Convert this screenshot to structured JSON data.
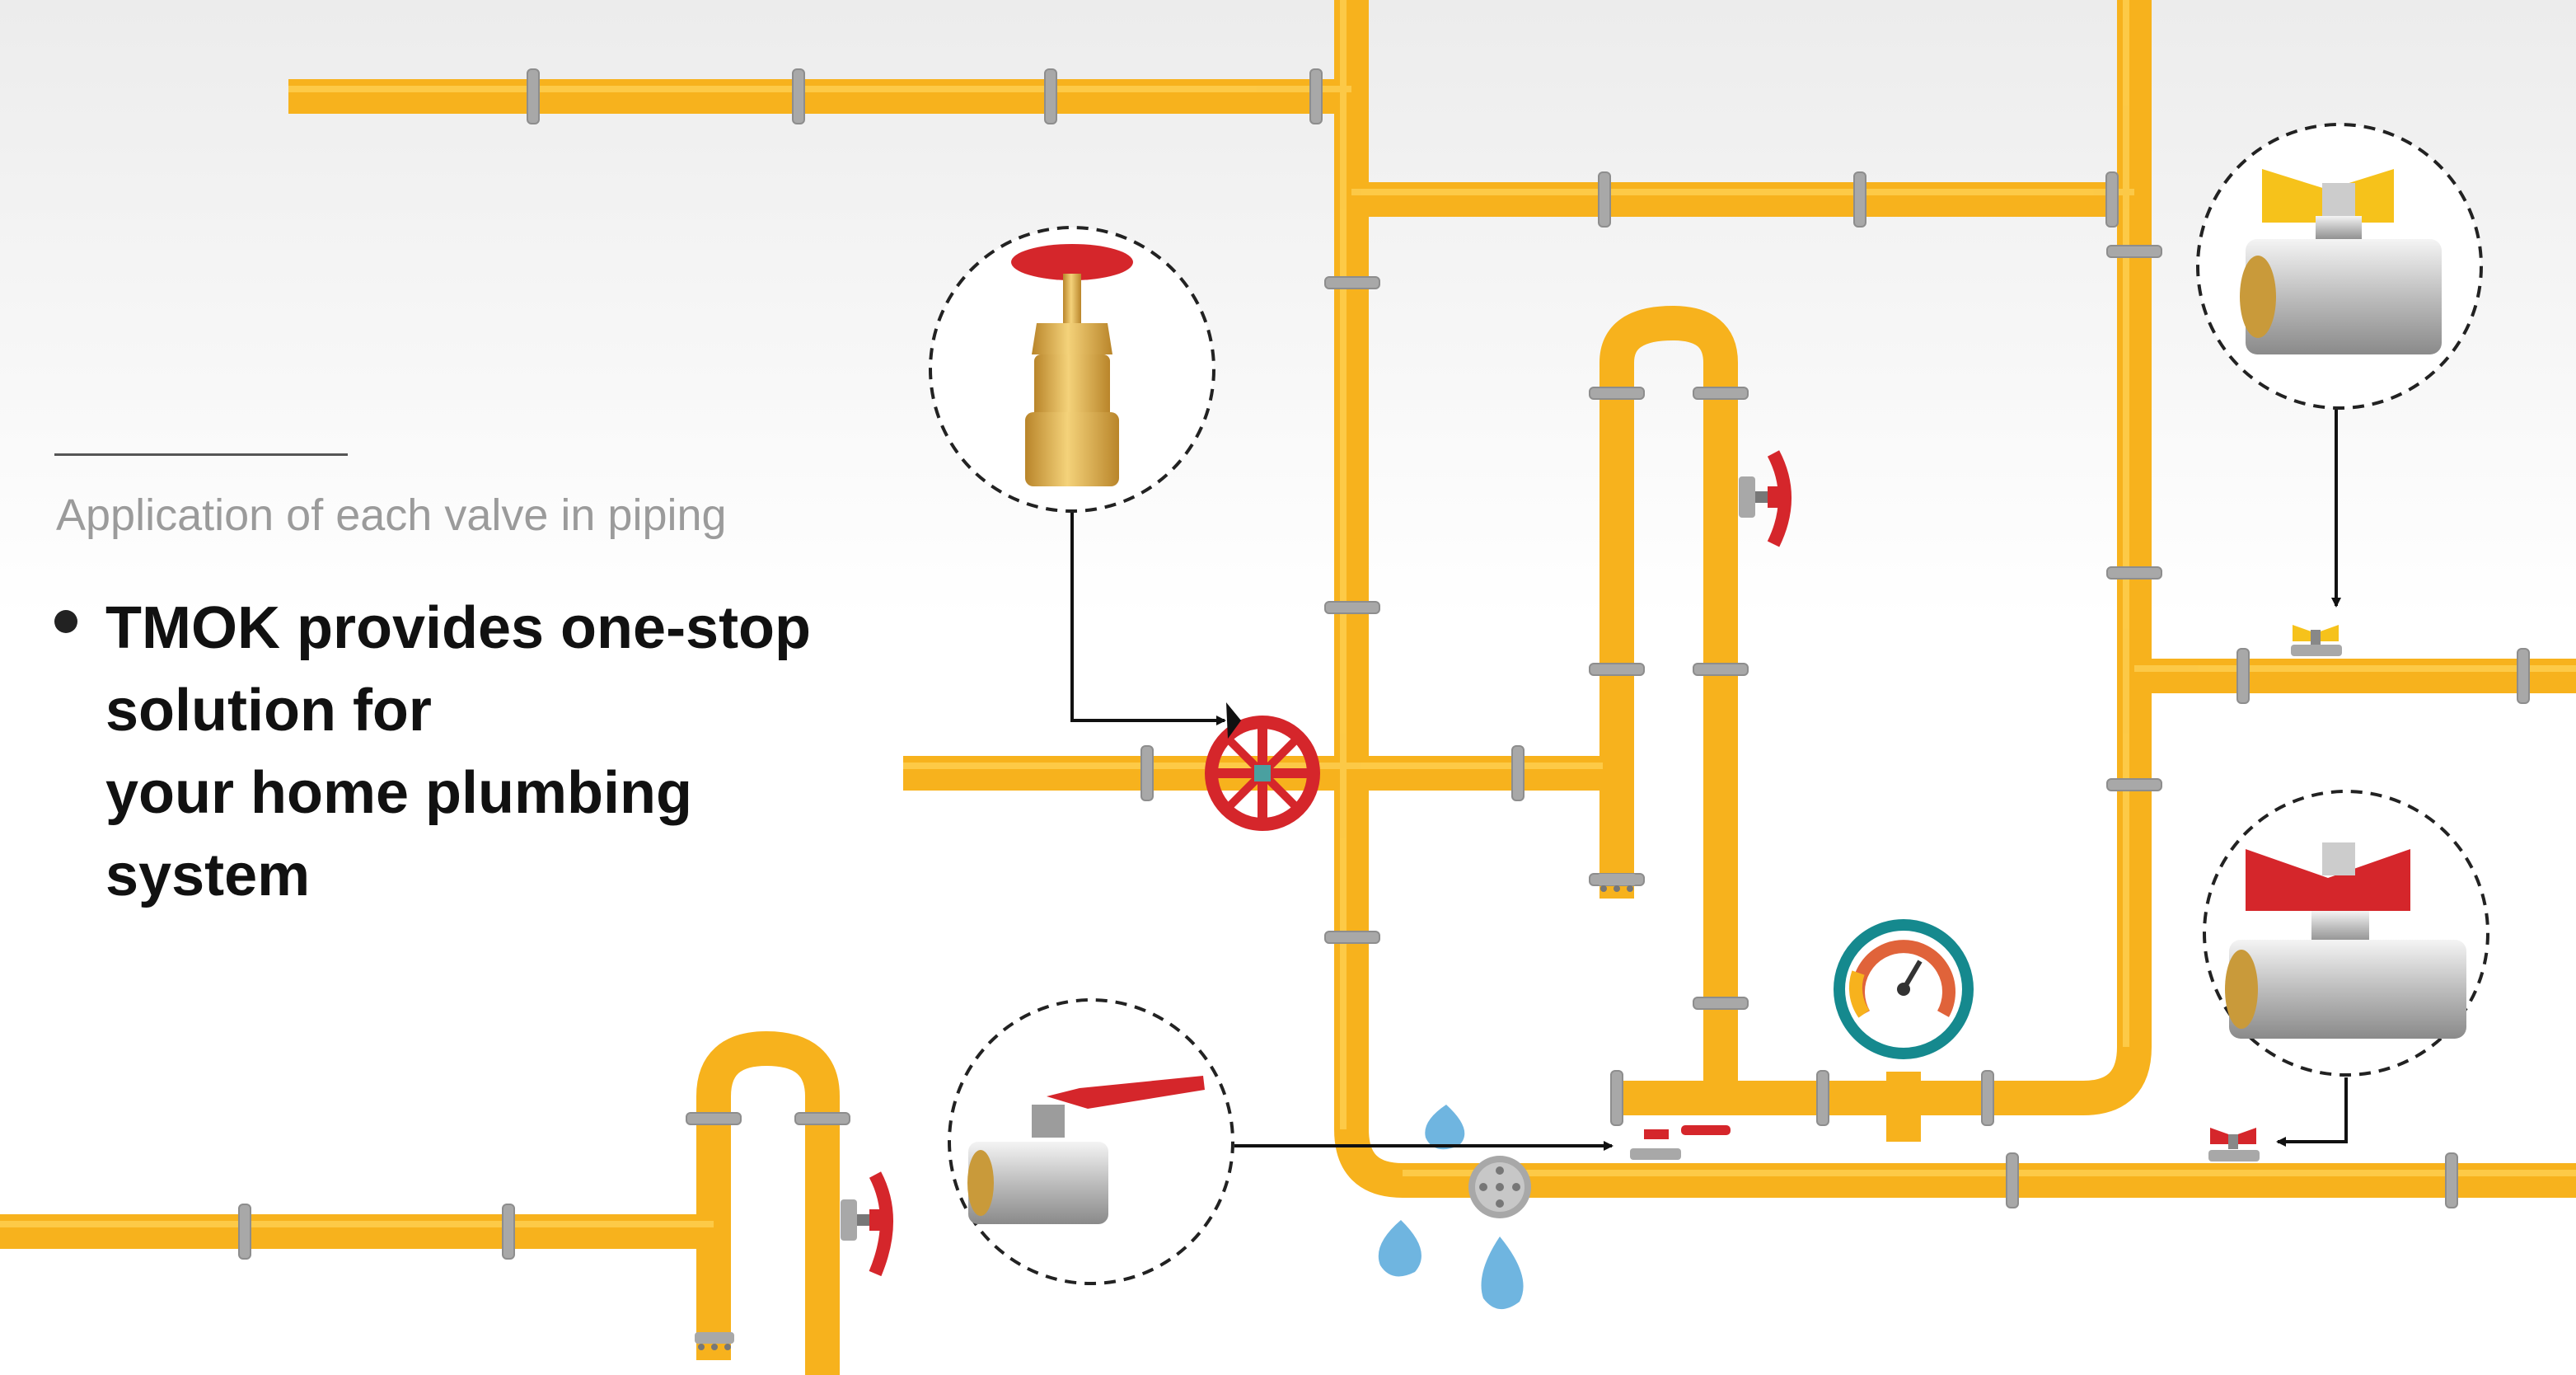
{
  "heading": {
    "subtitle": "Application of each valve in piping",
    "headline_lines": [
      "TMOK provides one-stop",
      "solution for",
      "your home plumbing",
      "system"
    ]
  },
  "colors": {
    "pipe": "#F7B21D",
    "pipe_light": "#FFCB3C",
    "coupling": "#A8A8A8",
    "red_handle": "#D5262B",
    "brass": "#E7B84A",
    "water": "#6FB5E0",
    "gauge_ring": "#15898E"
  },
  "icons": [
    "gate-valve-icon",
    "butterfly-ball-valve-yellow-icon",
    "butterfly-ball-valve-red-icon",
    "lever-ball-valve-icon",
    "handwheel-valve-icon",
    "pressure-gauge-icon",
    "floor-drain-icon",
    "water-drop-icon"
  ]
}
